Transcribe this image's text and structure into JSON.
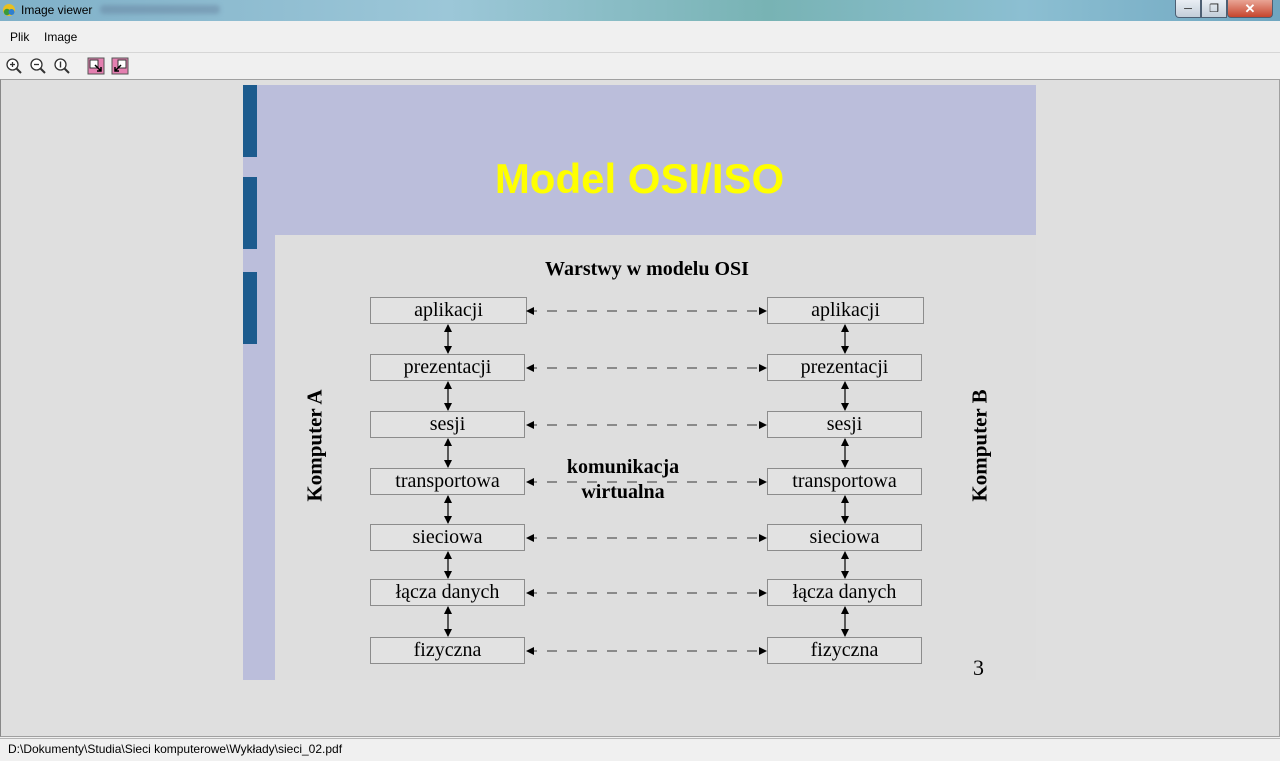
{
  "window": {
    "title": "Image viewer",
    "controls": {
      "minimize": "─",
      "maximize": "❐",
      "close": "✕"
    }
  },
  "menu": {
    "items": [
      "Plik",
      "Image"
    ]
  },
  "toolbar": {
    "buttons": [
      {
        "name": "zoom-in-icon"
      },
      {
        "name": "zoom-out-icon"
      },
      {
        "name": "zoom-reset-icon"
      },
      {
        "name": "fit-window-icon"
      },
      {
        "name": "actual-size-icon"
      }
    ]
  },
  "slide": {
    "title": "Model OSI/ISO",
    "diagram_title": "Warstwy w modelu OSI",
    "left_label": "Komputer A",
    "right_label": "Komputer B",
    "center_label_line1": "komunikacja",
    "center_label_line2": "wirtualna",
    "layers": [
      "aplikacji",
      "prezentacji",
      "sesji",
      "transportowa",
      "sieciowa",
      "łącza danych",
      "fizyczna"
    ],
    "page_number": "3",
    "colors": {
      "title": "#ffff00",
      "header_bg": "#bbbedb",
      "accent": "#1c5b8e"
    }
  },
  "status": {
    "path": "D:\\Dokumenty\\Studia\\Sieci komputerowe\\Wykłady\\sieci_02.pdf"
  }
}
